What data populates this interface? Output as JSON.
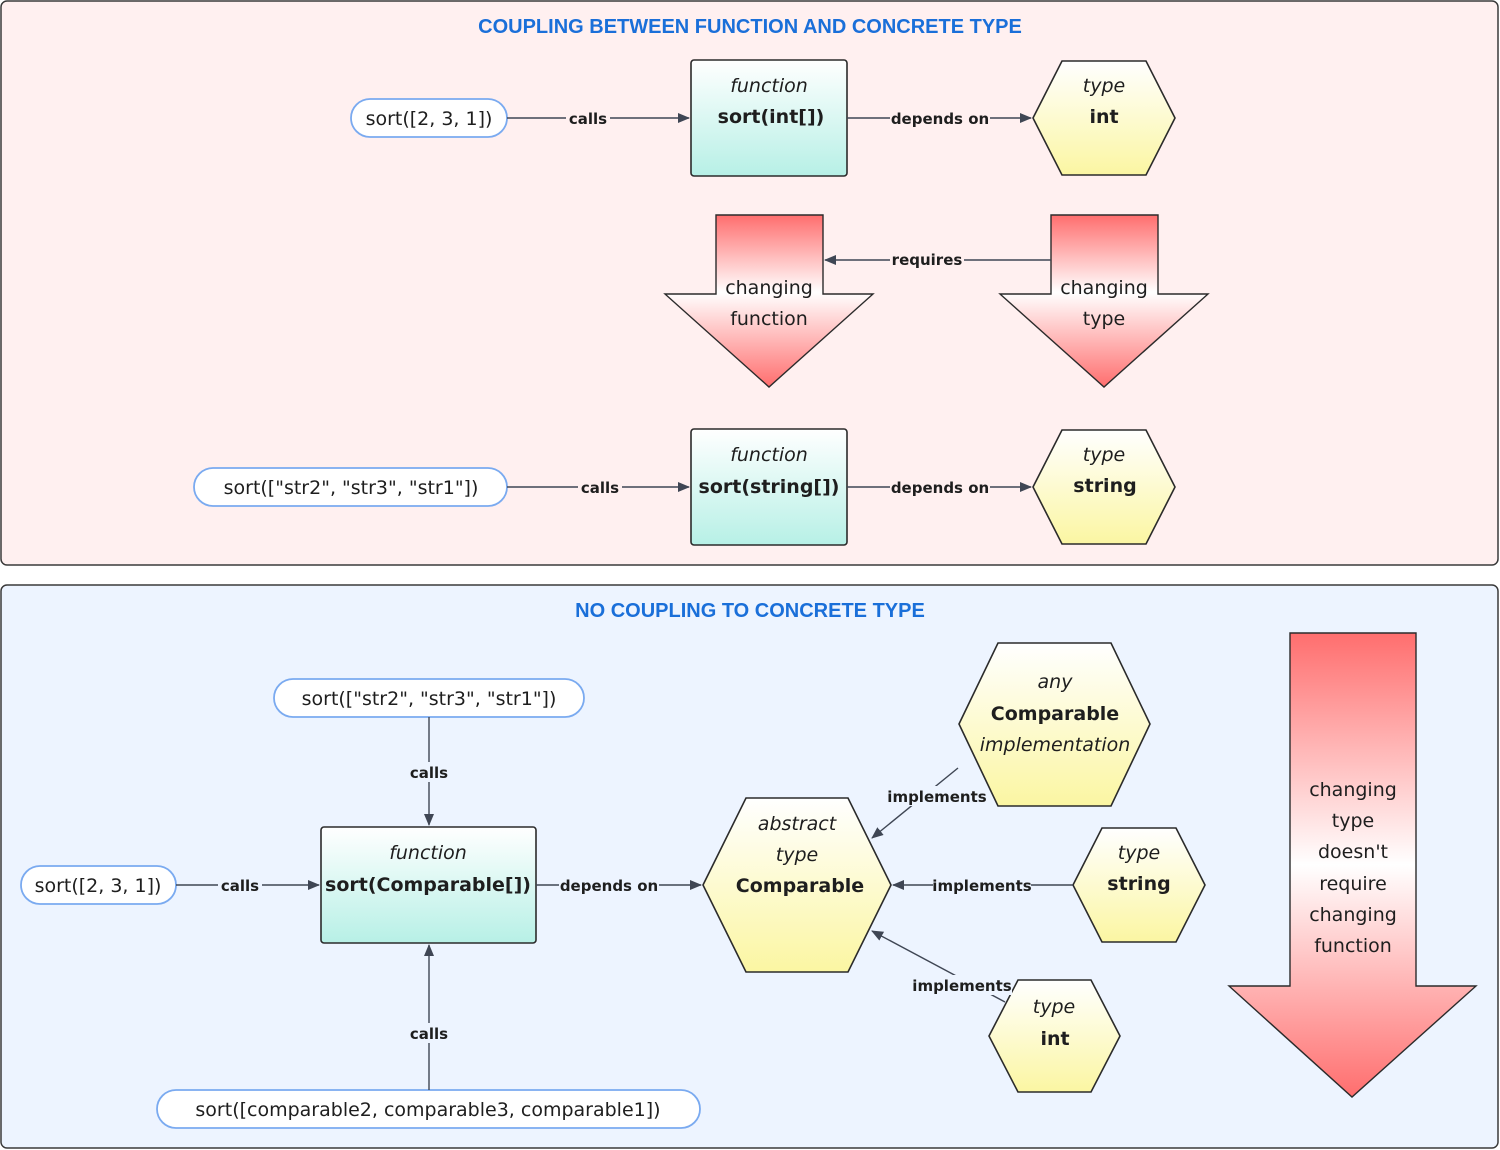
{
  "top_panel": {
    "title": "COUPLING BETWEEN FUNCTION AND CONCRETE TYPE",
    "call_int": "sort([2, 3, 1])",
    "call_string": "sort([\"str2\", \"str3\", \"str1\"])",
    "func_int": {
      "kind": "function",
      "name": "sort(int[])"
    },
    "func_string": {
      "kind": "function",
      "name": "sort(string[])"
    },
    "type_int": {
      "kind": "type",
      "name": "int"
    },
    "type_string": {
      "kind": "type",
      "name": "string"
    },
    "change_function": {
      "line1": "changing",
      "line2": "function"
    },
    "change_type": {
      "line1": "changing",
      "line2": "type"
    },
    "edge_calls": "calls",
    "edge_depends": "depends on",
    "edge_requires": "requires"
  },
  "bottom_panel": {
    "title": "NO COUPLING TO CONCRETE TYPE",
    "call_strings": "sort([\"str2\", \"str3\", \"str1\"])",
    "call_ints": "sort([2, 3, 1])",
    "call_comparables": "sort([comparable2, comparable3, comparable1])",
    "func": {
      "kind": "function",
      "name": "sort(Comparable[])"
    },
    "abstract": {
      "line1": "abstract",
      "line2": "type",
      "name": "Comparable"
    },
    "any_impl": {
      "line1": "any",
      "name": "Comparable",
      "line3": "implementation"
    },
    "type_string": {
      "kind": "type",
      "name": "string"
    },
    "type_int": {
      "kind": "type",
      "name": "int"
    },
    "edge_calls": "calls",
    "edge_depends": "depends on",
    "edge_implements": "implements",
    "big_arrow": [
      "changing",
      "type",
      "doesn't",
      "require",
      "changing",
      "function"
    ]
  },
  "colors": {
    "top_panel_bg": "#fff0f0",
    "bottom_panel_bg": "#edf4ff",
    "title": "#1a6fd9",
    "pill_border": "#7aaaf0",
    "box_top": "#d9f7f2",
    "box_bottom": "#b8f0e6",
    "hex_top": "#fdfbe3",
    "hex_bottom": "#fbf7a6",
    "arrow_top": "#ff6b6b",
    "arrow_bottom": "#ffffff"
  }
}
